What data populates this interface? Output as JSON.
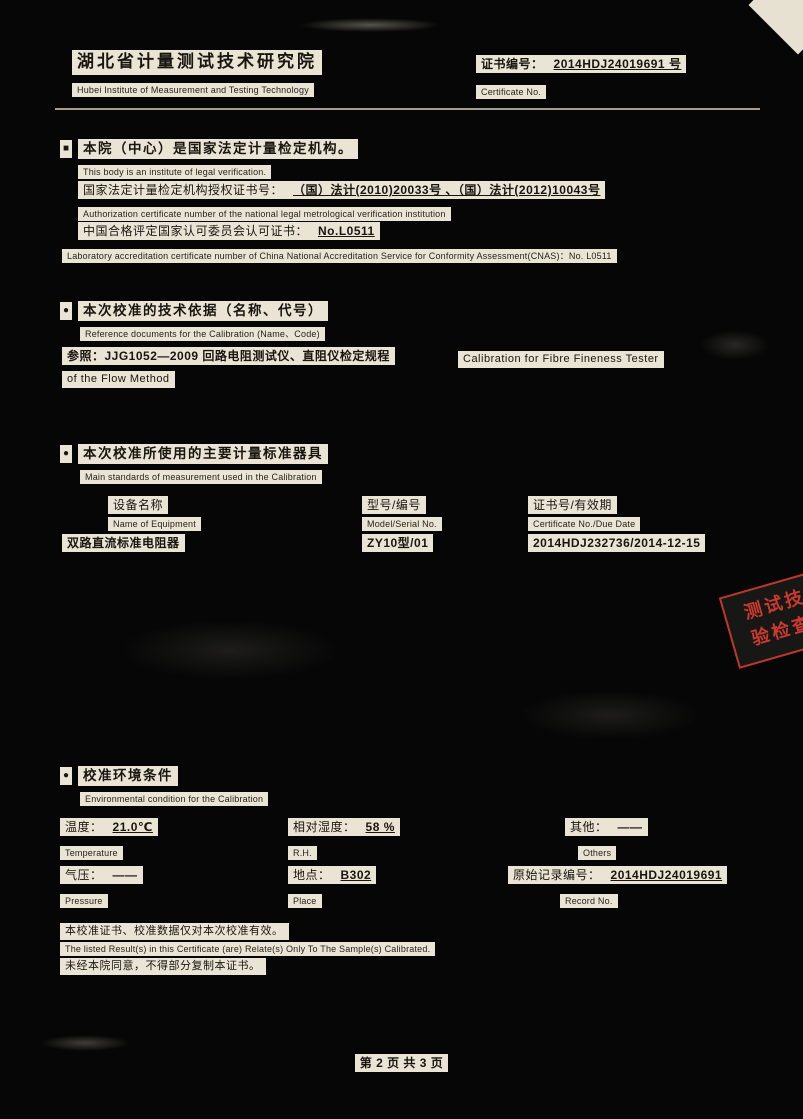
{
  "header": {
    "org_cn": "湖北省计量测试技术研究院",
    "org_en": "Hubei Institute of Measurement and Testing Technology",
    "cert_label_cn": "证书编号：",
    "cert_no": "2014HDJ24019691 号",
    "cert_label_en": "Certificate No."
  },
  "legal": {
    "bullet": "■",
    "title_cn": "本院（中心）是国家法定计量检定机构。",
    "title_en": "This body is an institute of legal verification.",
    "auth_label_cn": "国家法定计量检定机构授权证书号：",
    "auth_value": "（国）法计(2010)20033号 、（国）法计(2012)10043号",
    "auth_en": "Authorization certificate number of the national legal metrological verification institution",
    "cnas_label_cn": "中国合格评定国家认可委员会认可证书：",
    "cnas_value": "No.L0511",
    "cnas_en": "Laboratory accreditation certificate number of China National Accreditation Service for Conformity Assessment(CNAS)：No. L0511"
  },
  "reference": {
    "bullet": "●",
    "title_cn": "本次校准的技术依据（名称、代号）",
    "title_en": "Reference documents for the Calibration (Name、Code)",
    "ref_cn": "参照：JJG1052—2009 回路电阻测试仪、直阻仪检定规程",
    "ref_en_1": "Calibration for Fibre Fineness Tester",
    "ref_en_2": "of the Flow Method"
  },
  "standards": {
    "bullet": "●",
    "title_cn": "本次校准所使用的主要计量标准器具",
    "title_en": "Main standards of measurement used in the Calibration",
    "col1_cn": "设备名称",
    "col1_en": "Name of Equipment",
    "col2_cn": "型号/编号",
    "col2_en": "Model/Serial No.",
    "col3_cn": "证书号/有效期",
    "col3_en": "Certificate No./Due Date",
    "row": {
      "name": "双路直流标准电阻器",
      "model": "ZY10型/01",
      "cert": "2014HDJ232736/2014-12-15"
    }
  },
  "stamp": {
    "line1": "测试技",
    "line2": "验检查",
    "color": "#cc3a2e"
  },
  "environment": {
    "bullet": "●",
    "title_cn": "校准环境条件",
    "title_en": "Environmental condition for the Calibration",
    "temp_label_cn": "温度：",
    "temp_value": "21.0℃",
    "temp_label_en": "Temperature",
    "rh_label_cn": "相对湿度：",
    "rh_value": "58 %",
    "rh_label_en": "R.H.",
    "others_label_cn": "其他：",
    "others_value": "——",
    "others_label_en": "Others",
    "pressure_label_cn": "气压：",
    "pressure_value": "——",
    "pressure_label_en": "Pressure",
    "place_label_cn": "地点：",
    "place_value": "B302",
    "place_label_en": "Place",
    "record_label_cn": "原始记录编号：",
    "record_value": "2014HDJ24019691",
    "record_label_en": "Record No."
  },
  "notes": {
    "cn1": "本校准证书、校准数据仅对本次校准有效。",
    "en1": "The listed Result(s) in this Certificate (are) Relate(s) Only To The Sample(s) Calibrated.",
    "cn2": "未经本院同意，不得部分复制本证书。"
  },
  "page": {
    "footer_page": "第 2 页 共 3 页"
  }
}
